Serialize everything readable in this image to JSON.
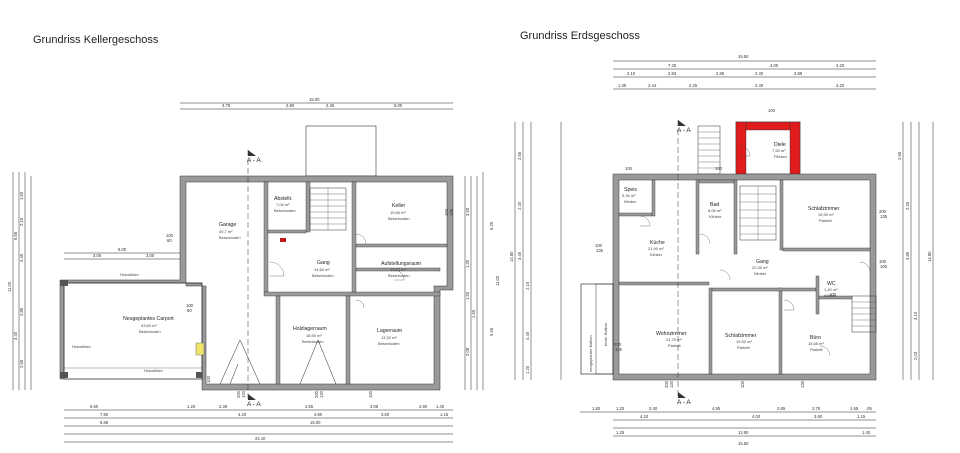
{
  "titles": {
    "keller": "Grundriss Kellergeschoss",
    "erd": "Grundriss Erdsgeschoss"
  },
  "section_label": "A - A",
  "keller_rooms": {
    "garage": {
      "name": "Garage",
      "area": "49,7 m²",
      "floor": "Betonboden"
    },
    "abstell": {
      "name": "Abstellr.",
      "area": "7,04 m²",
      "floor": "Betonboden"
    },
    "keller": {
      "name": "Keller",
      "area": "19,50 m²",
      "floor": "Betonboden"
    },
    "gang": {
      "name": "Gang",
      "area": "14,60 m²",
      "floor": "Betonboden"
    },
    "aufstell": {
      "name": "Aufstellungsraum",
      "area": "13,73 m²",
      "floor": "Betonboden"
    },
    "carport": {
      "name": "Neugeplantes Carport",
      "area": "43,60 m²",
      "floor": "Betonboden"
    },
    "holzlager": {
      "name": "Holzlagerraum",
      "area": "18,90 m²",
      "floor": "Betonboden"
    },
    "lager": {
      "name": "Lagerraum",
      "area": "13,32 m²",
      "floor": "Betonboden"
    },
    "carport_left": "Holzstütze",
    "carport_top": "Holzstütze",
    "carport_bottom": "Holzstütze"
  },
  "erd_rooms": {
    "diele": {
      "name": "Diele",
      "area": "7,53 m²",
      "floor": "Fliesen"
    },
    "speis": {
      "name": "Speis",
      "area": "5,34 m²",
      "floor": "Klinker"
    },
    "bad": {
      "name": "Bad",
      "area": "8,06 m²",
      "floor": "Klinker"
    },
    "schlaf1": {
      "name": "Schlafzimmer",
      "area": "19,30 m²",
      "floor": "Parkett"
    },
    "kueche": {
      "name": "Küche",
      "area": "21,90 m²",
      "floor": "Klinker"
    },
    "gang": {
      "name": "Gang",
      "area": "22,30 m²",
      "floor": "Klinker"
    },
    "wc": {
      "name": "WC",
      "area": "1,40 m²",
      "floor": "Klinker"
    },
    "wohn": {
      "name": "Wohnzimmer",
      "area": "21,75 m²",
      "floor": "Parkett"
    },
    "schlaf2": {
      "name": "Schlafzimmer",
      "area": "19,92 m²",
      "floor": "Parkett"
    },
    "buero": {
      "name": "Büro",
      "area": "15,65 m²",
      "floor": "Parkett"
    },
    "balkon_a": "neugeplanter Balkon",
    "balkon_b": "bestr. Balkon"
  },
  "keller_dims": {
    "top_total": "15.00",
    "top_parts": [
      "4.75",
      "2.90",
      "2.45",
      "5.00"
    ],
    "carport_top": "6.00",
    "carport_parts": [
      "3.05",
      "3.00"
    ],
    "bottom_parts": [
      "6.60",
      "1.20",
      "2.39",
      "4.55",
      "3.08",
      "2.90",
      "1.40"
    ],
    "bottom_mid": [
      "7.80",
      "4.20",
      "4.80",
      "3.60",
      "1.15"
    ],
    "bottom_sub": [
      "6.85",
      "15.00"
    ],
    "bottom_total": "22.10",
    "left_total": "11.00",
    "left_parts": [
      "6.65",
      "3.40"
    ],
    "left_sub": [
      "1.50",
      "2.15",
      "4.40",
      "4.85",
      "2.65"
    ],
    "right_total": "11.00",
    "right_parts": [
      "6.25",
      "5.55"
    ],
    "right_sub": [
      "3.50",
      "1.30",
      "1.50",
      "1.50",
      "2.08"
    ],
    "openings": [
      "100",
      "60",
      "100",
      "60",
      "200",
      "120",
      "200",
      "120",
      "100",
      "100",
      "100",
      "135"
    ]
  },
  "erd_dims": {
    "top_total": "15.50",
    "top_a": [
      "7.30",
      "4.00",
      "4.20"
    ],
    "top_b": [
      "2.10",
      "2.93",
      "2.85",
      "2.40",
      "3.88"
    ],
    "top_c": [
      "1.35",
      "2.44",
      "2.25",
      "2.40",
      "4.20"
    ],
    "bottom_parts": [
      "1.80",
      "1.20",
      "2.40",
      "4.85",
      "2.65",
      "2.75",
      "1.55",
      ".05"
    ],
    "bottom_mid": [
      "4.20",
      "4.00",
      "3.60",
      "1.15"
    ],
    "bottom_sub": [
      "1.25",
      "12.90",
      "1.40"
    ],
    "bottom_total": "15.50",
    "left_total": "14.80",
    "left_parts": [
      "2.65",
      "2.20",
      "3.45",
      "2.15",
      "4.45",
      "1.20"
    ],
    "right_total": "14.80",
    "right_parts": [
      "2.65",
      "2.25",
      "3.85",
      "3.10",
      "2.03"
    ],
    "openings": [
      "100",
      "135",
      "200",
      "135",
      "200",
      "135",
      "100",
      "100",
      "100",
      "100",
      "100",
      "100",
      "200",
      "120",
      "100",
      "135"
    ]
  }
}
